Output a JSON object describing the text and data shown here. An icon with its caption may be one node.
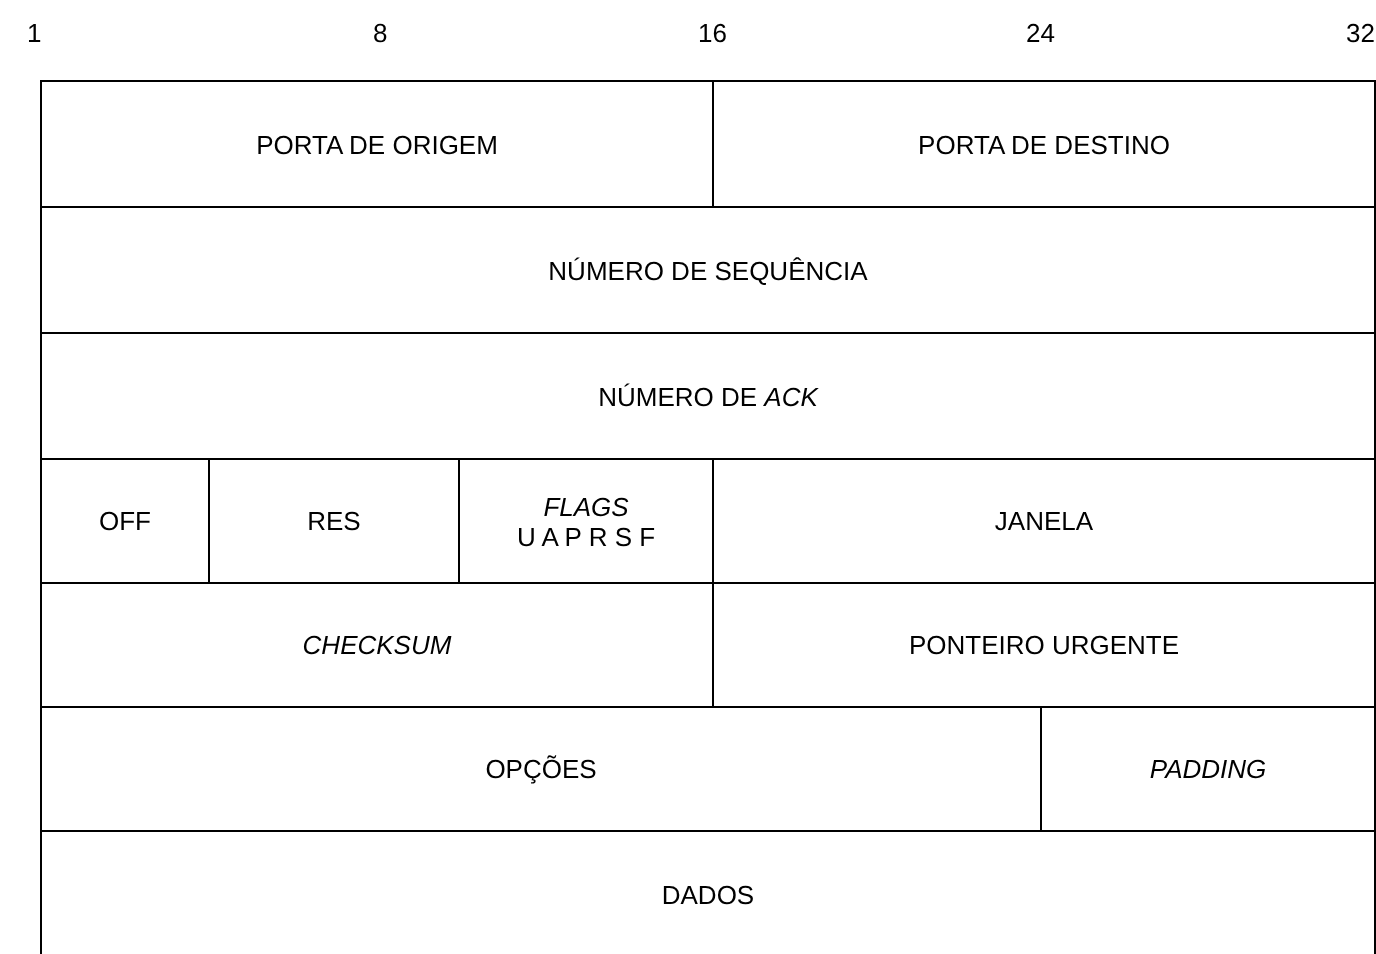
{
  "diagram": {
    "nodes": [
      {
        "text": [
          "PORTA DE ORIGEM"
        ]
      },
      {
        "text": [
          "PORTA DE DESTINO"
        ]
      },
      {
        "text": [
          "NÚMERO DE SEQUÊNCIA"
        ]
      },
      {
        "text": [
          "NÚMERO DE *ACK*"
        ]
      },
      {
        "text": [
          "OFF"
        ]
      },
      {
        "text": [
          "RES"
        ]
      },
      {
        "text": [
          "FLAGS",
          "U A P R S F"
        ]
      },
      {
        "text": [
          "JANELA"
        ]
      },
      {
        "text": [
          "CHECKSUM"
        ]
      },
      {
        "text": [
          "PONTEIRO URGENTE"
        ]
      },
      {
        "text": [
          "OPÇÕES"
        ]
      },
      {
        "text": [
          "PADDING"
        ]
      },
      {
        "text": [
          "DADOS"
        ]
      }
    ],
    "labels": [
      "1",
      "8",
      "16",
      "24",
      "32"
    ]
  }
}
